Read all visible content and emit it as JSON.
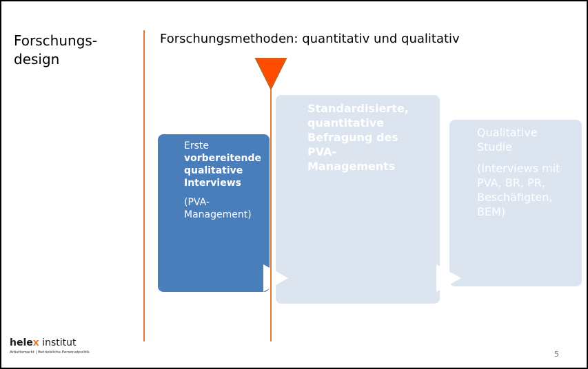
{
  "section_title": [
    "Forschungs-",
    "design"
  ],
  "headline": "Forschungsmethoden: quantitativ und qualitativ",
  "boxes": {
    "first": {
      "line1": "Erste",
      "line2": "vorbereitende",
      "line3": "qualitative",
      "line4": "Interviews",
      "note1": "(PVA-",
      "note2": "Management)"
    },
    "second": {
      "lines": [
        "Standardisierte,",
        "quantitative",
        "Befragung des",
        "PVA-",
        "Managements"
      ]
    },
    "third": {
      "title1": "Qualitative",
      "title2": "Studie",
      "note1": "(Interviews mit",
      "note2": "PVA, BR, PR,",
      "note3": "Beschäfigten,",
      "note4": "BEM)"
    }
  },
  "logo": {
    "brand_pre": "hele",
    "brand_x": "x",
    "brand_rest": " institut",
    "tagline": "Arbeitsmarkt | Betriebliche Personalpolitik"
  },
  "page_number": "5",
  "colors": {
    "accent": "#e07a33",
    "marker": "#ff4c00",
    "active_box": "#4a7ebb",
    "inactive_box": "#dbe4ef"
  },
  "icons": {
    "timeline_marker": "down-triangle-marker-icon",
    "step_arrow": "chevron-right-icon"
  }
}
